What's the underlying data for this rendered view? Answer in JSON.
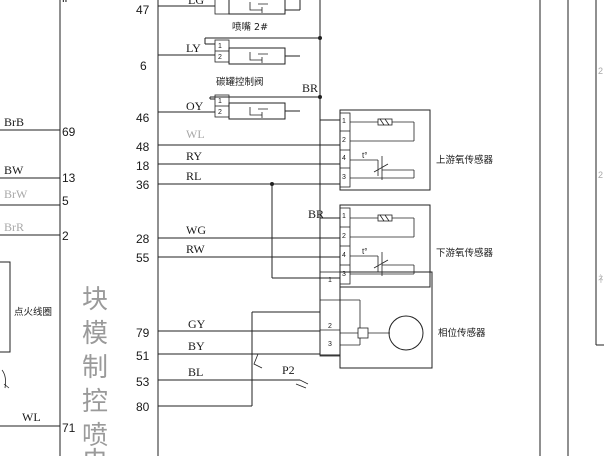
{
  "left_pins": {
    "p69": "69",
    "p13": "13",
    "p5": "5",
    "p2": "2",
    "p71": "71"
  },
  "left_wires": {
    "brb": "BrB",
    "bw": "BW",
    "brw": "BrW",
    "brr": "BrR",
    "wl": "WL"
  },
  "ignition_coil": "点火线圈",
  "module_title": "电喷控制模块",
  "ecu_pins": {
    "p47": "47",
    "p6": "6",
    "p46": "46",
    "p48": "48",
    "p18": "18",
    "p36": "36",
    "p28": "28",
    "p55": "55",
    "p79": "79",
    "p51": "51",
    "p53": "53",
    "p80": "80"
  },
  "ecu_wires": {
    "lg": "LG",
    "ly": "LY",
    "oy": "OY",
    "wl": "WL",
    "ry": "RY",
    "rl": "RL",
    "wg": "WG",
    "rw": "RW",
    "gy": "GY",
    "by": "BY",
    "bl": "BL"
  },
  "injector2": "喷嘴 2#",
  "canister_valve": "碳罐控制阀",
  "br_label_1": "BR",
  "br_label_2": "BR",
  "p2_label": "P2",
  "upstream_o2": "上游氧传感器",
  "downstream_o2": "下游氧传感器",
  "phase_sensor": "相位传感器",
  "terminals": {
    "one": "1",
    "two": "2",
    "three": "3",
    "four": "4"
  },
  "temp_symbol": "t°",
  "right_margin": {
    "top": "2",
    "mid": "2",
    "low": "礻"
  }
}
